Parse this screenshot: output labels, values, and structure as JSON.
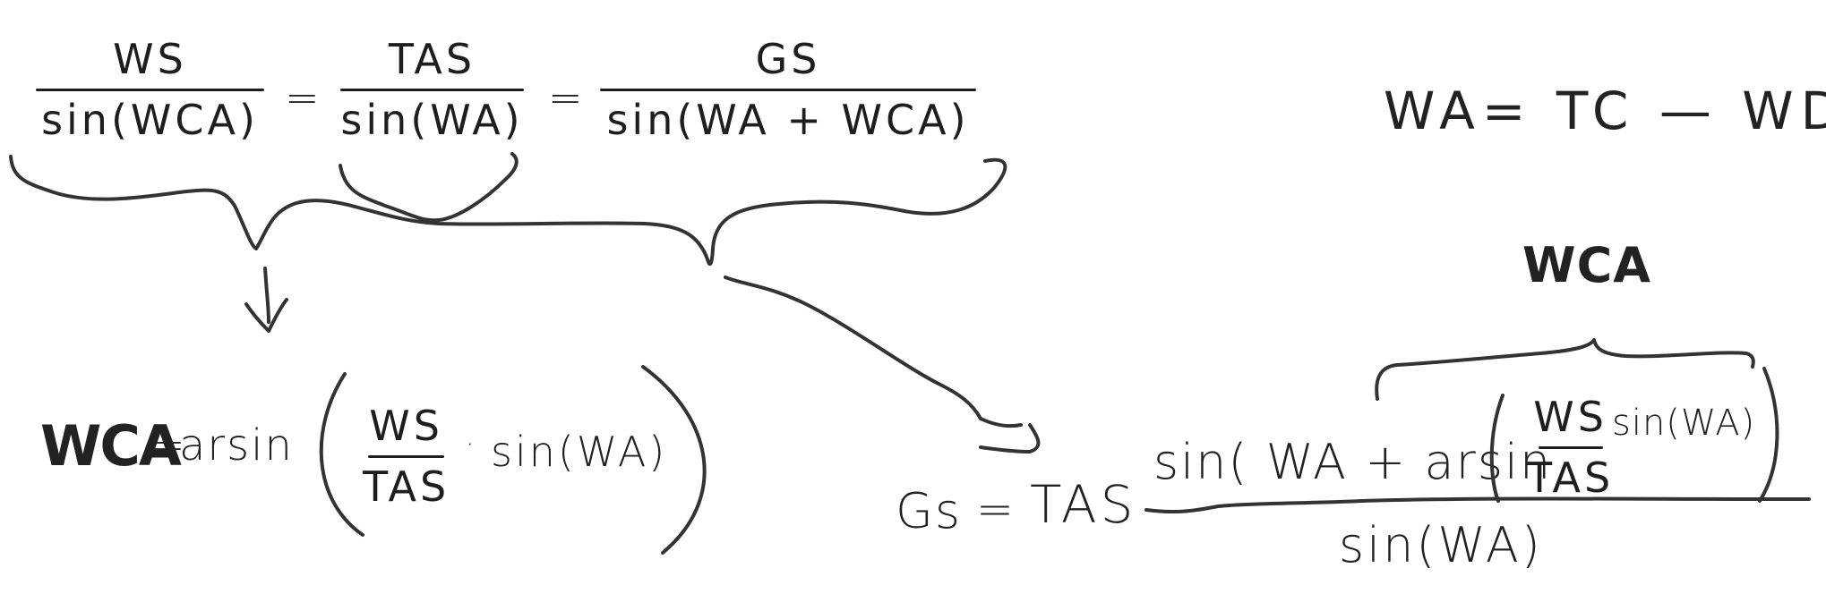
{
  "top_equation": {
    "frac1": {
      "numerator": "WS",
      "denominator": "sin(WCA)"
    },
    "eq1": "=",
    "frac2": {
      "numerator": "TAS",
      "denominator": "sin(WA)"
    },
    "eq2": "=",
    "frac3": {
      "numerator": "GS",
      "denominator": "sin(WA + WCA)"
    }
  },
  "wa_definition": {
    "lhs": "WA",
    "eq": "=",
    "rhs": "TC — WD"
  },
  "wca_label": "WCA",
  "wca_equation": {
    "lhs": "WCA",
    "eq": "=",
    "func": "arsin",
    "inner_frac": {
      "numerator": "WS",
      "denominator": "TAS"
    },
    "dot": "·",
    "tail": "sin(WA)"
  },
  "gs_equation": {
    "lhs": "Gs",
    "eq": "=",
    "coef": "TAS",
    "numerator_lead": "sin( WA + arsin",
    "inner_frac": {
      "numerator": "WS",
      "denominator": "TAS"
    },
    "dot": "·",
    "inner_tail": "sin(WA)",
    "denominator": "sin(WA)"
  }
}
